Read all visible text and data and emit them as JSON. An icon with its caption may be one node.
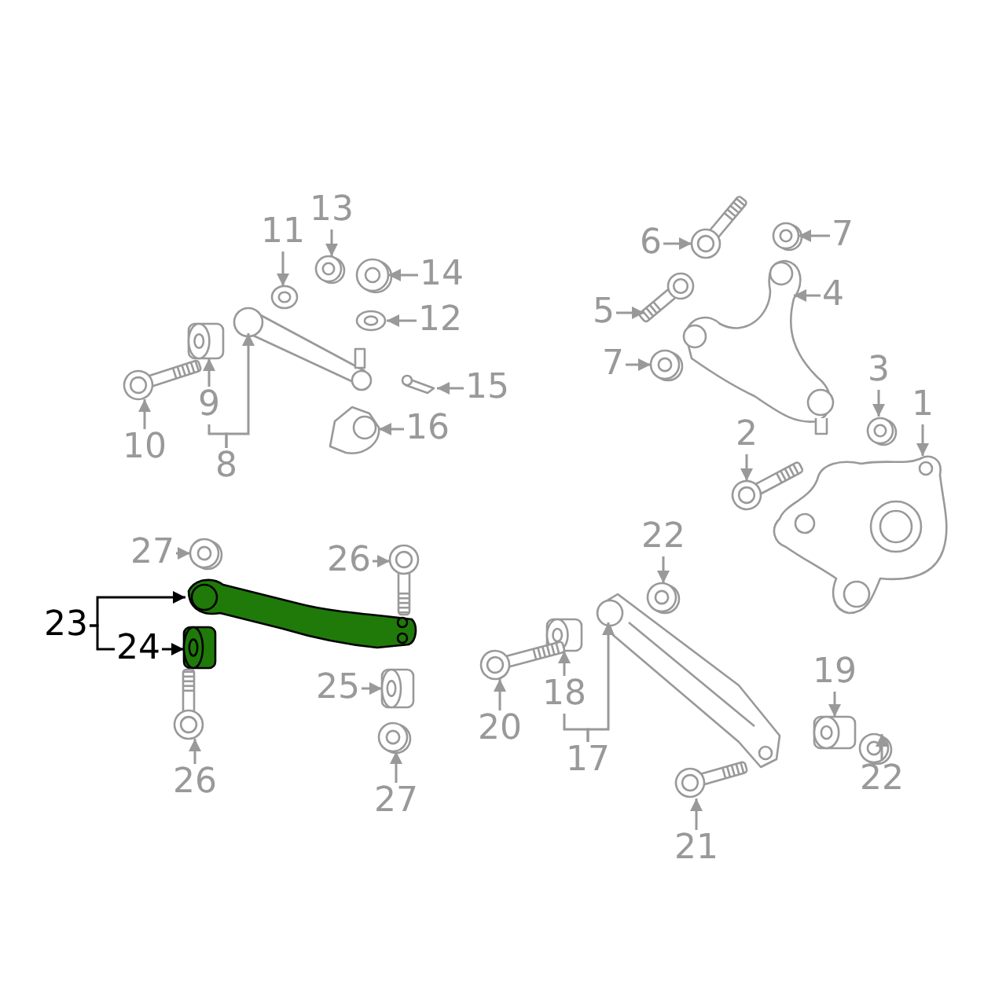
{
  "diagram": {
    "nodes": [
      {
        "text": [
          "1"
        ]
      },
      {
        "text": [],
        "shape": "picture"
      },
      {
        "text": [
          "2"
        ]
      },
      {
        "text": [],
        "shape": "picture"
      },
      {
        "text": [
          "3"
        ]
      },
      {
        "text": [],
        "shape": "picture"
      },
      {
        "text": [
          "4"
        ]
      },
      {
        "text": [],
        "shape": "picture"
      },
      {
        "text": [
          "5"
        ]
      },
      {
        "text": [],
        "shape": "picture"
      },
      {
        "text": [
          "6"
        ]
      },
      {
        "text": [],
        "shape": "picture"
      },
      {
        "text": [
          "7"
        ]
      },
      {
        "text": [],
        "shape": "picture"
      },
      {
        "text": [
          "7"
        ]
      },
      {
        "text": [],
        "shape": "picture"
      },
      {
        "text": [
          "8"
        ]
      },
      {
        "text": [],
        "shape": "picture"
      },
      {
        "text": [
          "9"
        ]
      },
      {
        "text": [],
        "shape": "picture"
      },
      {
        "text": [
          "10"
        ]
      },
      {
        "text": [],
        "shape": "picture"
      },
      {
        "text": [
          "11"
        ]
      },
      {
        "text": [],
        "shape": "picture"
      },
      {
        "text": [
          "12"
        ]
      },
      {
        "text": [],
        "shape": "picture"
      },
      {
        "text": [
          "13"
        ]
      },
      {
        "text": [],
        "shape": "picture"
      },
      {
        "text": [
          "14"
        ]
      },
      {
        "text": [],
        "shape": "picture"
      },
      {
        "text": [
          "15"
        ]
      },
      {
        "text": [],
        "shape": "picture"
      },
      {
        "text": [
          "16"
        ]
      },
      {
        "text": [],
        "shape": "picture"
      },
      {
        "text": [
          "17"
        ]
      },
      {
        "text": [],
        "shape": "picture"
      },
      {
        "text": [
          "18"
        ]
      },
      {
        "text": [],
        "shape": "picture"
      },
      {
        "text": [
          "19"
        ]
      },
      {
        "text": [],
        "shape": "picture"
      },
      {
        "text": [
          "20"
        ]
      },
      {
        "text": [],
        "shape": "picture"
      },
      {
        "text": [
          "21"
        ]
      },
      {
        "text": [],
        "shape": "picture"
      },
      {
        "text": [
          "22"
        ]
      },
      {
        "text": [],
        "shape": "picture"
      },
      {
        "text": [
          "22"
        ]
      },
      {
        "text": [],
        "shape": "picture"
      },
      {
        "text": [
          "23"
        ]
      },
      {
        "text": [],
        "shape": "picture"
      },
      {
        "text": [
          "24"
        ]
      },
      {
        "text": [],
        "shape": "picture"
      },
      {
        "text": [
          "25"
        ]
      },
      {
        "text": [],
        "shape": "picture"
      },
      {
        "text": [
          "26"
        ]
      },
      {
        "text": [],
        "shape": "picture"
      },
      {
        "text": [
          "26"
        ]
      },
      {
        "text": [],
        "shape": "picture"
      },
      {
        "text": [
          "27"
        ]
      },
      {
        "text": [],
        "shape": "picture"
      },
      {
        "text": [
          "27"
        ]
      },
      {
        "text": [],
        "shape": "picture"
      }
    ],
    "edges": [
      {
        "from": 0,
        "to": 1,
        "arrow": "to"
      },
      {
        "from": 2,
        "to": 3,
        "arrow": "to"
      },
      {
        "from": 4,
        "to": 5,
        "arrow": "to"
      },
      {
        "from": 6,
        "to": 7,
        "arrow": "to"
      },
      {
        "from": 8,
        "to": 9,
        "arrow": "to"
      },
      {
        "from": 10,
        "to": 11,
        "arrow": "to"
      },
      {
        "from": 12,
        "to": 13,
        "arrow": "to"
      },
      {
        "from": 14,
        "to": 15,
        "arrow": "to"
      },
      {
        "from": 16,
        "to": 17,
        "arrow": "to"
      },
      {
        "from": 16,
        "to": 18,
        "arrow": "none"
      },
      {
        "from": 18,
        "to": 19,
        "arrow": "to"
      },
      {
        "from": 20,
        "to": 21,
        "arrow": "to"
      },
      {
        "from": 22,
        "to": 23,
        "arrow": "to"
      },
      {
        "from": 24,
        "to": 25,
        "arrow": "to"
      },
      {
        "from": 26,
        "to": 27,
        "arrow": "to"
      },
      {
        "from": 28,
        "to": 29,
        "arrow": "to"
      },
      {
        "from": 30,
        "to": 31,
        "arrow": "to"
      },
      {
        "from": 32,
        "to": 33,
        "arrow": "to"
      },
      {
        "from": 34,
        "to": 35,
        "arrow": "to"
      },
      {
        "from": 34,
        "to": 36,
        "arrow": "none"
      },
      {
        "from": 36,
        "to": 37,
        "arrow": "to"
      },
      {
        "from": 38,
        "to": 39,
        "arrow": "to"
      },
      {
        "from": 40,
        "to": 41,
        "arrow": "to"
      },
      {
        "from": 42,
        "to": 43,
        "arrow": "to"
      },
      {
        "from": 44,
        "to": 45,
        "arrow": "to"
      },
      {
        "from": 46,
        "to": 47,
        "arrow": "to"
      },
      {
        "from": 48,
        "to": 49,
        "arrow": "to",
        "color": "#000000"
      },
      {
        "from": 48,
        "to": 50,
        "arrow": "none",
        "color": "#000000"
      },
      {
        "from": 50,
        "to": 51,
        "arrow": "to",
        "color": "#000000"
      },
      {
        "from": 52,
        "to": 53,
        "arrow": "to"
      },
      {
        "from": 54,
        "to": 55,
        "arrow": "to"
      },
      {
        "from": 56,
        "to": 57,
        "arrow": "to"
      },
      {
        "from": 58,
        "to": 59,
        "arrow": "to"
      },
      {
        "from": 60,
        "to": 61,
        "arrow": "to"
      }
    ]
  }
}
